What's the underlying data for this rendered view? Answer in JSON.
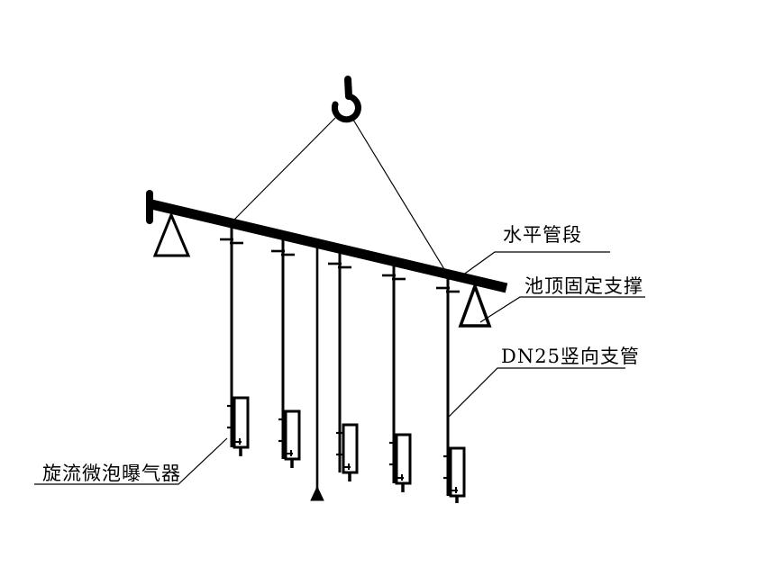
{
  "diagram": {
    "labels": {
      "horizontal_pipe": "水平管段",
      "pool_top_support": "池顶固定支撑",
      "vertical_branch_pipe": "DN25竖向支管",
      "aerator": "旋流微泡曝气器"
    },
    "colors": {
      "ink": "#000000",
      "background": "#ffffff"
    }
  }
}
